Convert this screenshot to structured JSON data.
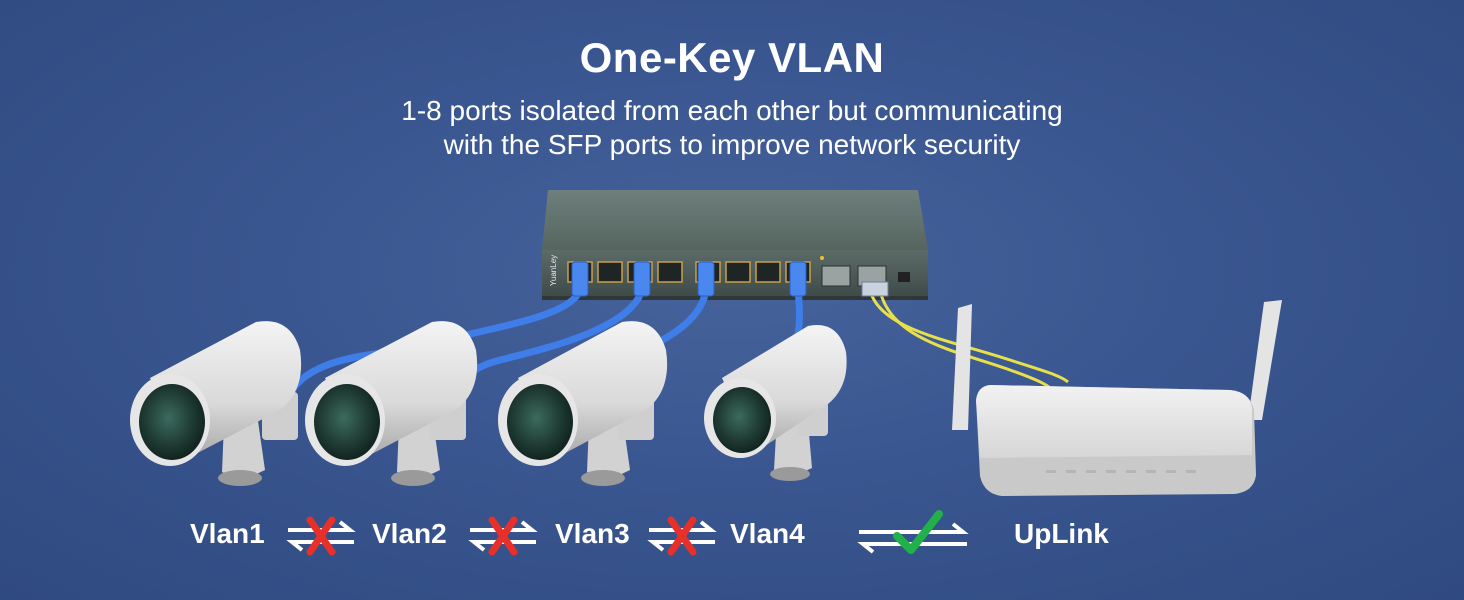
{
  "header": {
    "title": "One-Key VLAN",
    "subtitle_line1": "1-8 ports isolated from each other but communicating",
    "subtitle_line2": "with the SFP ports to improve network security"
  },
  "device": {
    "brand": "YuanLey"
  },
  "labels": {
    "vlan1": "Vlan1",
    "vlan2": "Vlan2",
    "vlan3": "Vlan3",
    "vlan4": "Vlan4",
    "uplink": "UpLink"
  },
  "colors": {
    "background": "#3a5690",
    "cable_ethernet": "#3f7de8",
    "cable_fiber": "#e8e04a",
    "blocked": "#e8302a",
    "allowed": "#22b04a"
  },
  "icons": {
    "blocked": "cross-icon",
    "allowed": "check-icon"
  }
}
